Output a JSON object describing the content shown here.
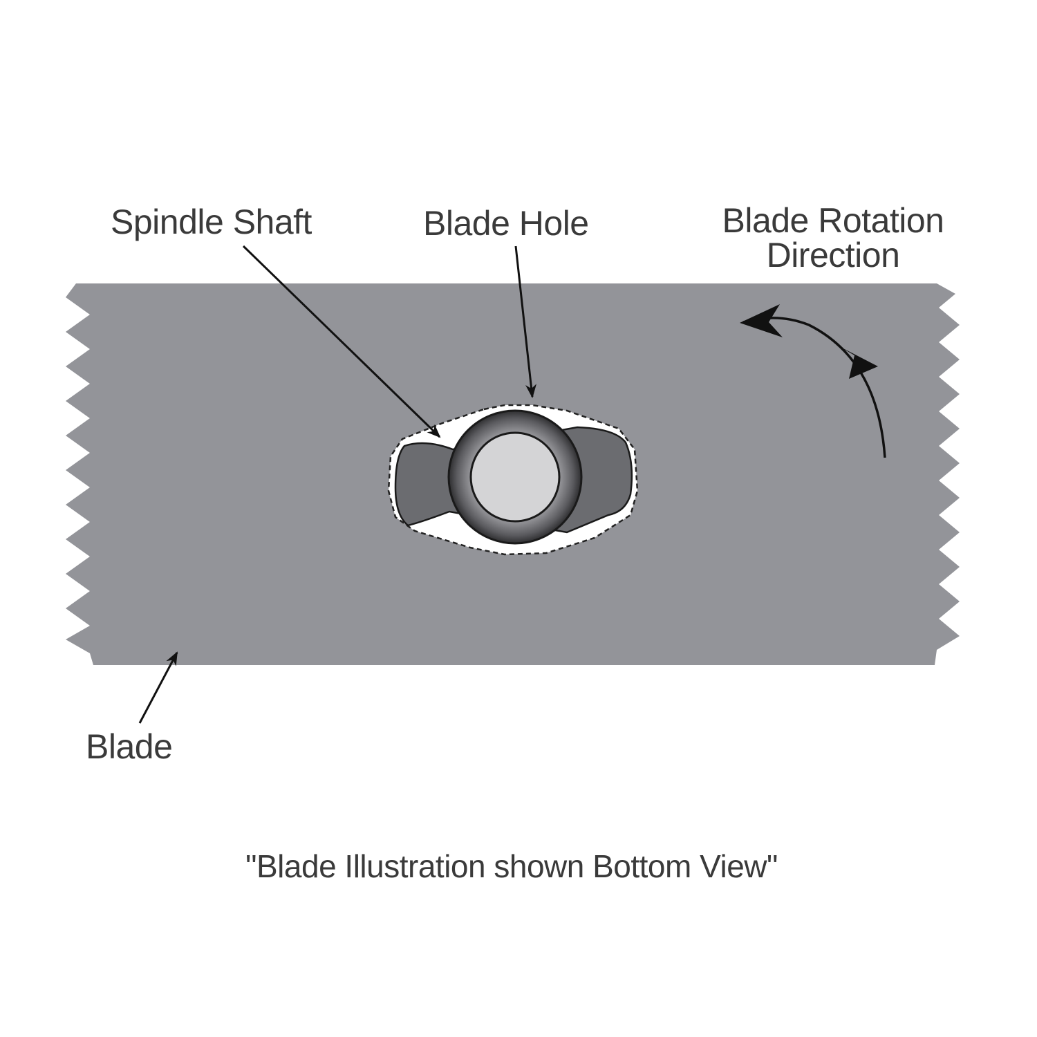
{
  "labels": {
    "spindle_shaft": "Spindle Shaft",
    "blade_hole": "Blade Hole",
    "rotation_line1": "Blade Rotation",
    "rotation_line2": "Direction",
    "blade": "Blade"
  },
  "caption": "\"Blade Illustration shown Bottom View\"",
  "colors": {
    "blade": "#939499",
    "hole_outline": "#ffffff",
    "slot": "#6b6c70",
    "shaft_ring": "#4a4a4d",
    "shaft_center": "#d4d4d6",
    "arrow": "#111111"
  }
}
